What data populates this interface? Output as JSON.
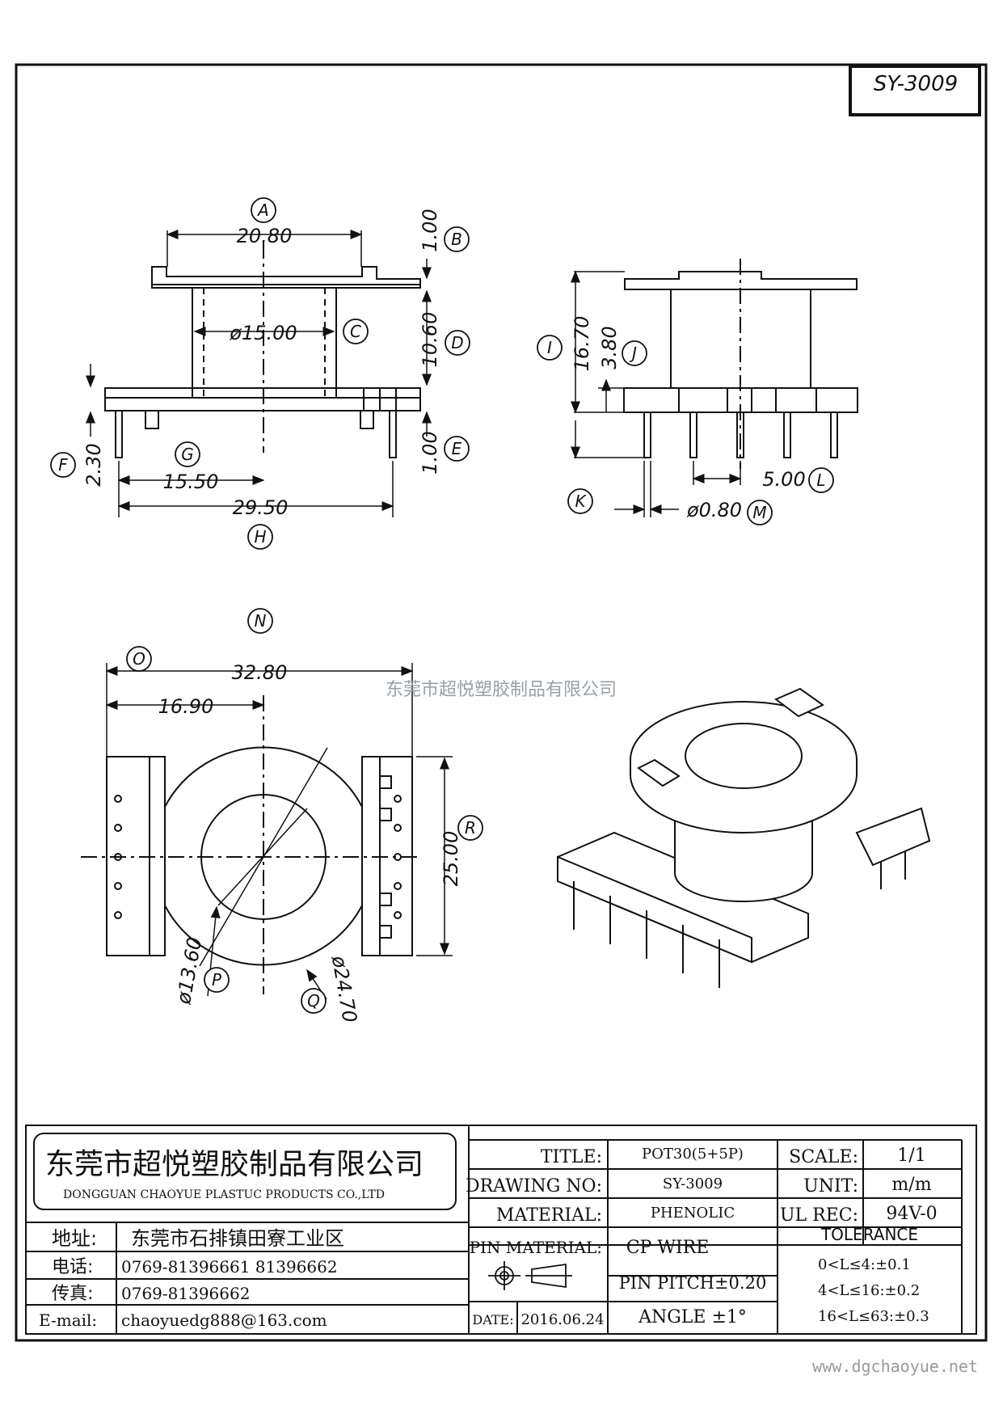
{
  "drawing_code": "SY-3009",
  "watermark": "东莞市超悦塑胶制品有限公司",
  "website": "www.dgchaoyue.net",
  "dimensions": {
    "A": "20.80",
    "B": "1.00",
    "C": "ø15.00",
    "D": "10.60",
    "E": "1.00",
    "F": "2.30",
    "G": "15.50",
    "H": "29.50",
    "I": "16.70",
    "J": "3.80",
    "L": "5.00",
    "M": "ø0.80",
    "N": "32.80",
    "O": "16.90",
    "R": "25.00",
    "P": "ø13.60",
    "Q": "ø24.70"
  },
  "labels": [
    "A",
    "B",
    "C",
    "D",
    "E",
    "F",
    "G",
    "H",
    "I",
    "J",
    "K",
    "L",
    "M",
    "N",
    "O",
    "P",
    "Q",
    "R"
  ],
  "title_block": {
    "company_cn": "东莞市超悦塑胶制品有限公司",
    "company_en": "DONGGUAN CHAOYUE PLASTUC PRODUCTS CO.,LTD",
    "address_label": "地址:",
    "address": "东莞市石排镇田寮工业区",
    "phone_label": "电话:",
    "phone": "0769-81396661   81396662",
    "fax_label": "传真:",
    "fax": "0769-81396662",
    "email_label": "E-mail:",
    "email": "chaoyuedg888@163.com",
    "title_label": "TITLE:",
    "title": "POT30(5+5P)",
    "drawing_no_label": "DRAWING NO:",
    "drawing_no": "SY-3009",
    "material_label": "MATERIAL:",
    "material": "PHENOLIC",
    "pin_material_label": "PIN MATERIAL:",
    "pin_material": "CP WIRE",
    "date_label": "DATE:",
    "date": "2016.06.24",
    "pin_pitch": "PIN PITCH±0.20",
    "angle": "ANGLE  ±1°",
    "scale_label": "SCALE:",
    "scale": "1/1",
    "unit_label": "UNIT:",
    "unit": "m/m",
    "ul_label": "UL REC:",
    "ul": "94V-0",
    "tolerance_label": "TOLERANCE",
    "tol1": "0<L≤4:±0.1",
    "tol2": "4<L≤16:±0.2",
    "tol3": "16<L≤63:±0.3"
  }
}
